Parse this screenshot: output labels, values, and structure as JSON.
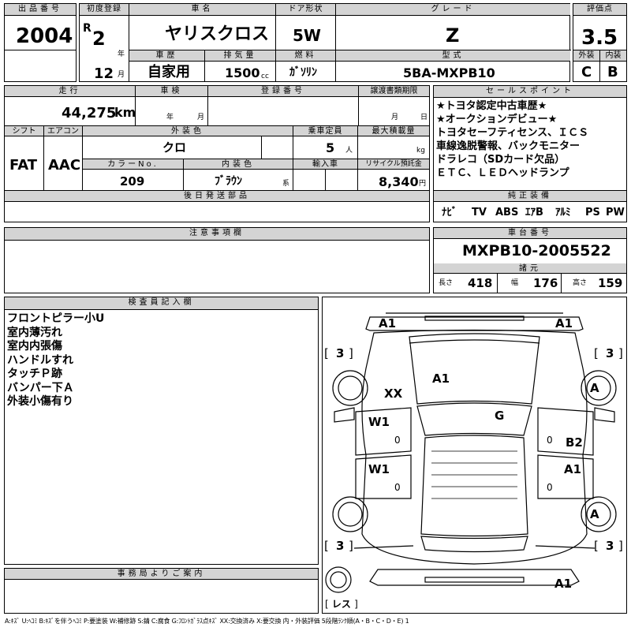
{
  "header": {
    "lot_label": "出品番号",
    "lot_no": "2004",
    "first_reg_label": "初度登録",
    "era": "R",
    "year": "2",
    "year_unit": "年",
    "month": "12",
    "month_unit": "月",
    "car_name_label": "車名",
    "car_name": "ヤリスクロス",
    "door_label": "ドア形状",
    "door": "5W",
    "grade_label": "グレード",
    "grade": "Z",
    "score_label": "評価点",
    "score": "3.5",
    "history_label": "車歴",
    "history": "自家用",
    "displacement_label": "排気量",
    "displacement": "1500",
    "displacement_unit": "cc",
    "fuel_label": "燃料",
    "fuel": "ｶﾞｿﾘﾝ",
    "model_label": "型式",
    "model": "5BA-MXPB10",
    "exterior_label": "外装",
    "exterior": "C",
    "interior_label": "内装",
    "interior": "B"
  },
  "row2": {
    "mileage_label": "走行",
    "mileage": "44,275",
    "mileage_unit": "km",
    "inspection_label": "車検",
    "insp_year_unit": "年",
    "insp_month_unit": "月",
    "regno_label": "登録番号",
    "transfer_label": "譲渡書類期限",
    "transfer_month_unit": "月",
    "transfer_day_unit": "日",
    "shift_label": "シフト",
    "shift": "FAT",
    "ac_label": "エアコン",
    "ac": "AAC",
    "color_label": "外装色",
    "color": "クロ",
    "capacity_label": "乗車定員",
    "capacity": "5",
    "capacity_unit": "人",
    "load_label": "最大積載量",
    "load_unit": "kg",
    "colorno_label": "カラーNo.",
    "colorno": "209",
    "intcolor_label": "内装色",
    "intcolor": "ﾌﾞﾗｳﾝ",
    "intcolor_suffix": "系",
    "import_label": "輸入車",
    "recycle_label": "リサイクル預託金",
    "recycle": "8,340",
    "recycle_unit": "円",
    "later_parts_label": "後日発送部品"
  },
  "sales": {
    "label": "セールスポイント",
    "lines": [
      "★トヨタ認定中古車歴★",
      "★オークションデビュー★",
      "トヨタセーフティセンス、ＩＣＳ",
      "車線逸脱警報、バックモニター",
      "ドラレコ（SDカード欠品）",
      "ＥＴＣ、ＬＥＤヘッドランプ"
    ]
  },
  "equipment": {
    "label": "純正装備",
    "items": [
      "ﾅﾋﾞ",
      "TV",
      "ABS",
      "ｴｱB",
      "ｱﾙﾐ",
      "PS",
      "PW"
    ]
  },
  "caution": {
    "label": "注意事項欄"
  },
  "chassis": {
    "label": "車台番号",
    "number": "MXPB10-2005522",
    "dims_label": "諸元",
    "length_label": "長さ",
    "length": "418",
    "width_label": "幅",
    "width": "176",
    "height_label": "高さ",
    "height": "159"
  },
  "inspector": {
    "label": "検査員記入欄",
    "lines": [
      "フロントピラー小U",
      "室内薄汚れ",
      "室内内張傷",
      "ハンドルすれ",
      "タッチＰ跡",
      "バンパー下Ａ",
      "外装小傷有り"
    ]
  },
  "office": {
    "label": "事務局よりご案内"
  },
  "diagram": {
    "marks": {
      "front_left": "A1",
      "front_right": "A1",
      "tire_fl": "3",
      "tire_fr": "3",
      "tire_rl": "3",
      "tire_rr": "3",
      "pillar": "XX",
      "hood": "A1",
      "windshield": "G",
      "door_fl": "W1",
      "door_fr": "B2",
      "door_rl": "W1",
      "door_rr": "A1",
      "wheel_fr": "A",
      "wheel_rr": "A",
      "zero1": "0",
      "zero2": "0",
      "zero3": "0",
      "zero4": "0",
      "rear_bumper": "A1",
      "spare": "レス",
      "bracket_l": "[",
      "bracket_r": "]"
    }
  },
  "legend": "A:ｷｽﾞ U:ﾍｺﾐ B:ｷｽﾞを伴うﾍｺﾐ P:要塗装 W:補修跡 S:錆 C:腐食 G:ﾌﾛﾝﾄｶﾞﾗｽ点ｷｽﾞ XX:交換済み X:要交換 内・外装評価 5段階ﾗﾝｸ順(A・B・C・D・E) 1"
}
